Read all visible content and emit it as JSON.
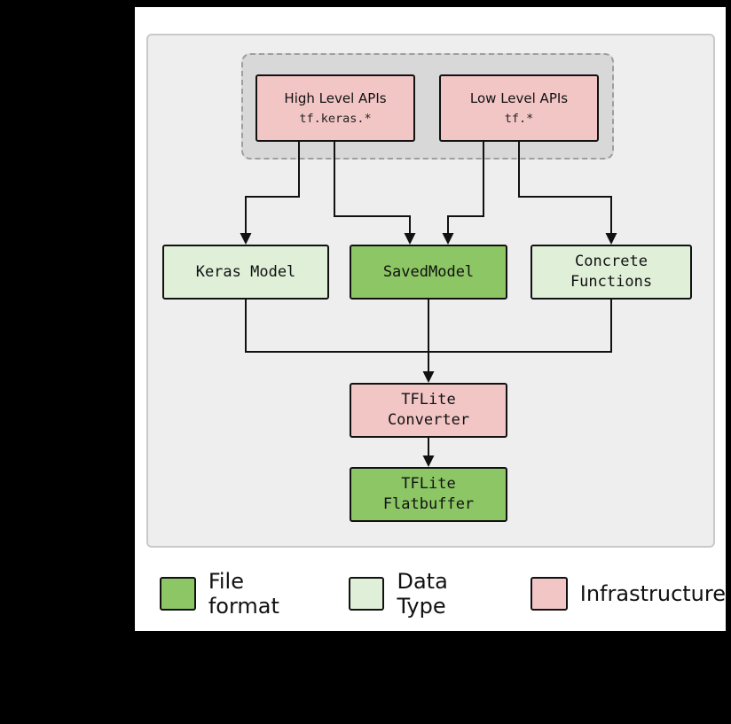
{
  "colors": {
    "file_format_green": "#8cc665",
    "data_type_green": "#e0efd8",
    "infrastructure_pink": "#f3c6c6",
    "group_gray": "#d8d8d8",
    "canvas_gray": "#eeeeee"
  },
  "api_group": {
    "high_level": {
      "title": "High Level APIs",
      "code": "tf.keras.*"
    },
    "low_level": {
      "title": "Low Level APIs",
      "code": "tf.*"
    }
  },
  "nodes": {
    "keras_model": "Keras Model",
    "saved_model": "SavedModel",
    "concrete_functions": "Concrete\nFunctions",
    "tflite_converter": "TFLite\nConverter",
    "tflite_flatbuffer": "TFLite\nFlatbuffer"
  },
  "legend": [
    {
      "label": "File format",
      "color": "#8cc665"
    },
    {
      "label": "Data Type",
      "color": "#e0efd8"
    },
    {
      "label": "Infrastructure",
      "color": "#f3c6c6"
    }
  ]
}
